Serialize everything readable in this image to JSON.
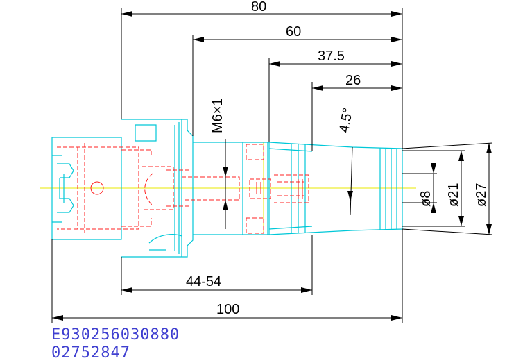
{
  "dimensions": {
    "top_80": "80",
    "top_60": "60",
    "top_37_5": "37.5",
    "top_26": "26",
    "thread": "M6×1",
    "angle": "4.5°",
    "dia_8": "ø8",
    "dia_21": "ø21",
    "dia_27": "ø27",
    "range_44_54": "44-54",
    "total_100": "100"
  },
  "codes": {
    "line1": "E930256030880",
    "line2": "02752847"
  },
  "colors": {
    "outline": "#00c8d8",
    "hidden": "#ff2020",
    "dimension": "#000000",
    "centerline": "#e8e800",
    "code_text": "#3f3fd0"
  }
}
